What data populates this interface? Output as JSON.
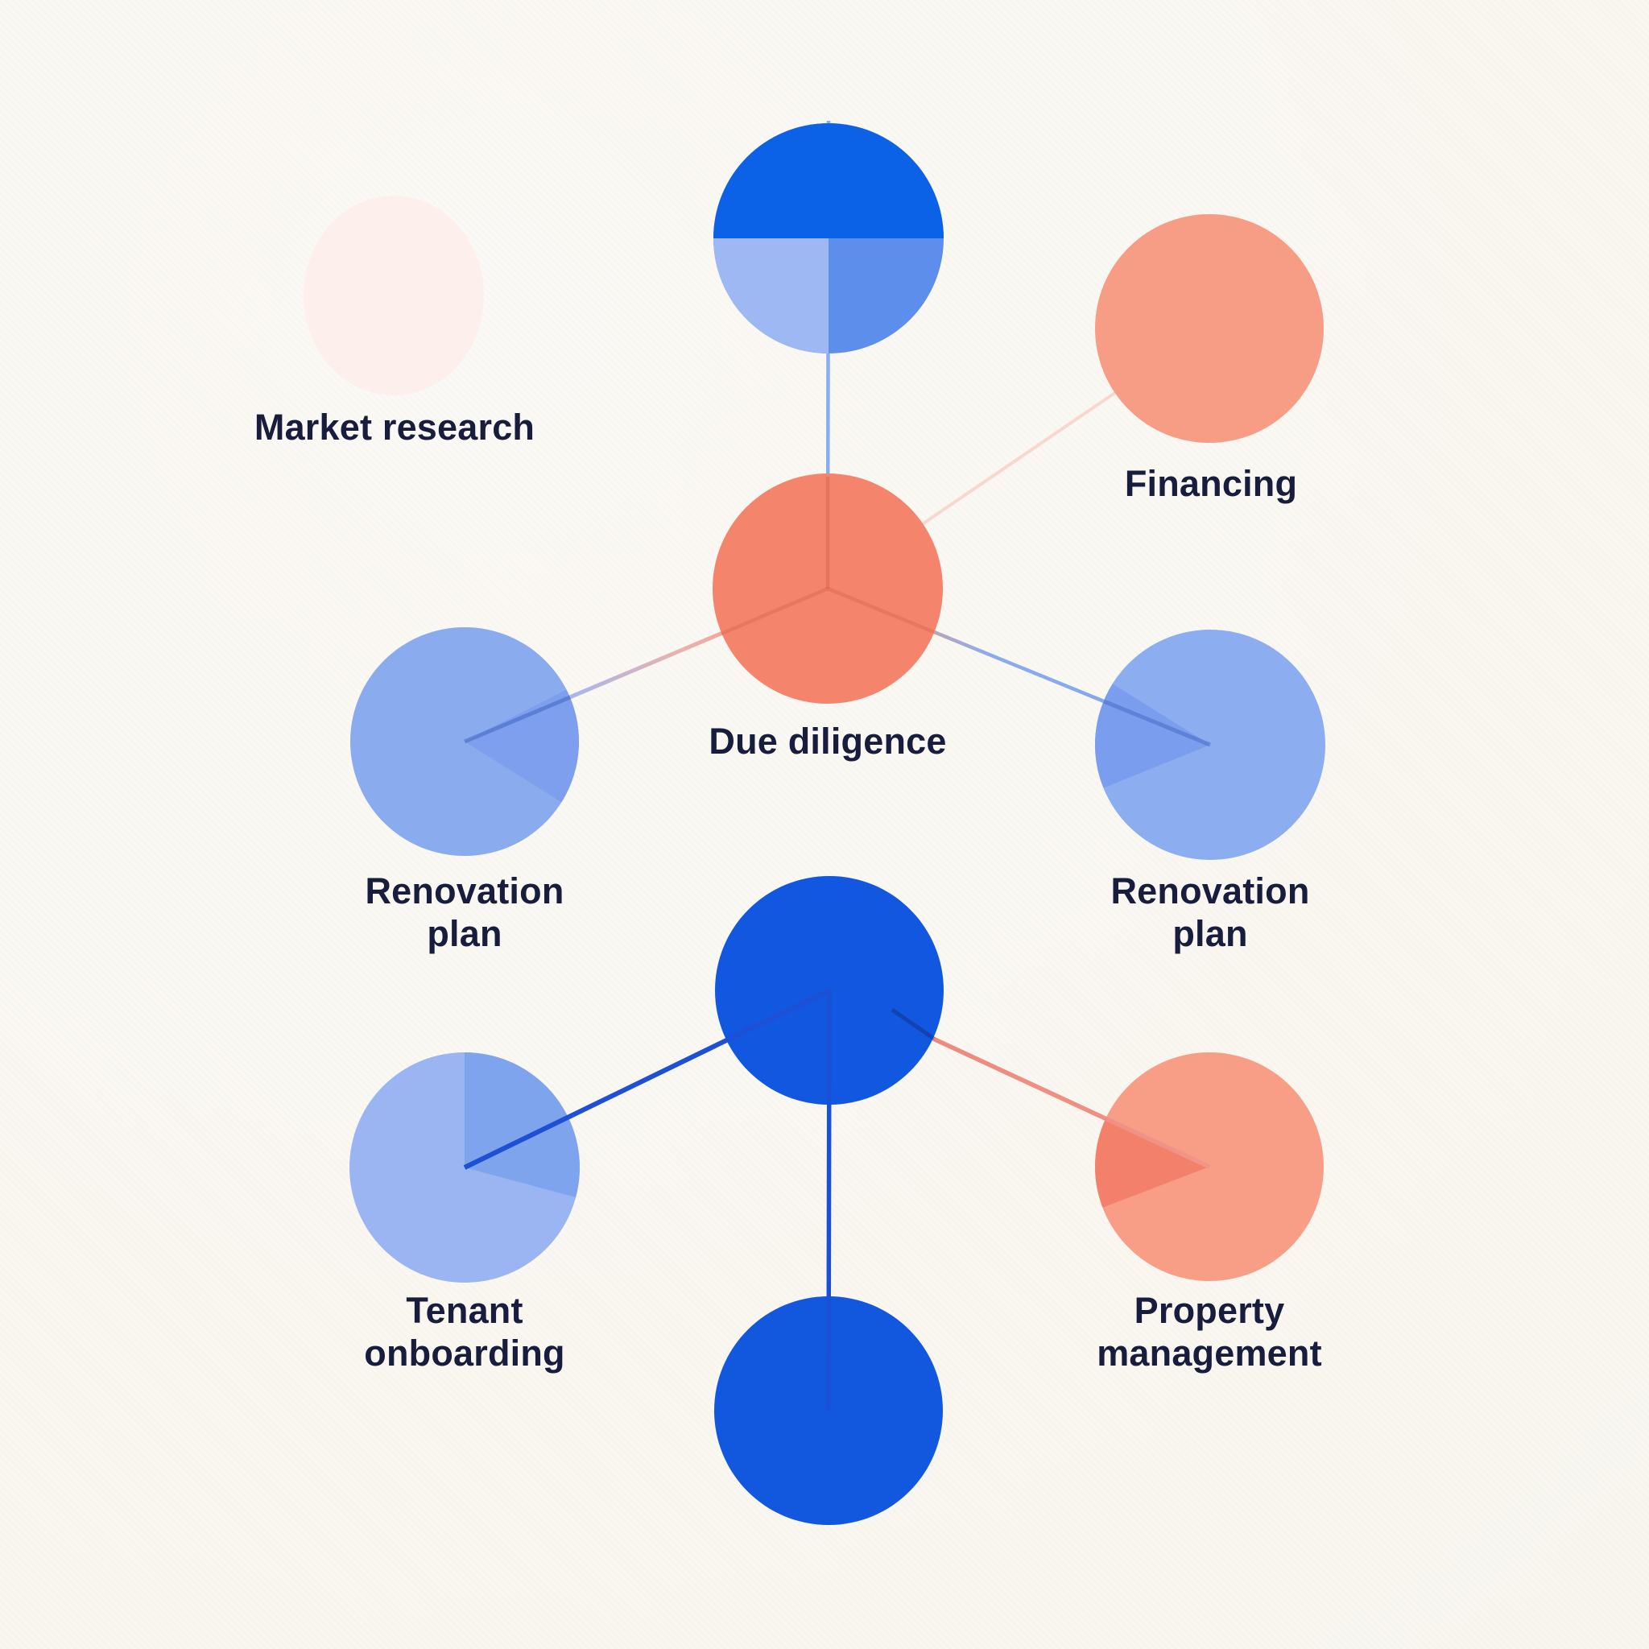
{
  "canvas": {
    "background_color": "#faf8f3",
    "text_color": "#181d3e"
  },
  "nodes": [
    {
      "id": "market-research",
      "label": "Market research",
      "color": "#fdf0ec"
    },
    {
      "id": "top-blue-circle",
      "label": "",
      "color": "#0c62e6",
      "secondary_colors": [
        "#9db8f2",
        "#5e8eec"
      ]
    },
    {
      "id": "financing",
      "label": "Financing",
      "color": "#f89d85"
    },
    {
      "id": "due-diligence",
      "label": "Due diligence",
      "color": "#f5846c"
    },
    {
      "id": "renovation-plan-left",
      "label": "Renovation\nplan",
      "color": "#8aabee",
      "wedge_color": "#7d9fed"
    },
    {
      "id": "renovation-plan-right",
      "label": "Renovation\nplan",
      "color": "#8cadef",
      "wedge_color": "#7a9ded"
    },
    {
      "id": "hub-circle",
      "label": "",
      "color": "#1257e0"
    },
    {
      "id": "tenant-onboarding",
      "label": "Tenant\nonboarding",
      "color": "#9ab5f1",
      "wedge_color": "#7da4ed"
    },
    {
      "id": "property-management",
      "label": "Property\nmanagement",
      "color": "#f89e86",
      "wedge_color": "#f3806b"
    },
    {
      "id": "bottom-blue-circle",
      "label": "",
      "color": "#1158de"
    }
  ],
  "edges": [
    {
      "from": "top-blue-circle",
      "to": "due-diligence",
      "color": "#88adf1"
    },
    {
      "from": "financing",
      "to": "due-diligence",
      "color": "#f8d7cf"
    },
    {
      "from": "due-diligence",
      "to": "renovation-plan-left",
      "color": "#ef9180-#8fb0f2"
    },
    {
      "from": "due-diligence",
      "to": "renovation-plan-right",
      "color": "#ef9180-#7ca7ef"
    },
    {
      "from": "hub-circle",
      "to": "tenant-onboarding",
      "color": "#1d50d4"
    },
    {
      "from": "hub-circle",
      "to": "property-management",
      "color": "#f0897b"
    },
    {
      "from": "hub-circle",
      "to": "bottom-blue-circle",
      "color": "#1b50d6"
    }
  ]
}
